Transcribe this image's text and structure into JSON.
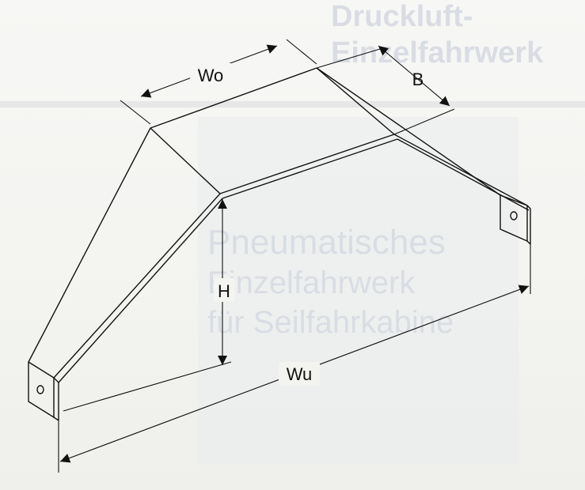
{
  "background_text": {
    "line1": "Druckluft-",
    "line2": "Einzelfahrwerk",
    "line3": "Pneumatisches",
    "line4": "Einzelfahrwerk",
    "line5": "für Seilfahrkabine"
  },
  "dimensions": {
    "wo": "Wo",
    "b": "B",
    "h": "H",
    "wu": "Wu"
  },
  "colors": {
    "ink": "#111111",
    "ghost": "#d9dde3"
  }
}
